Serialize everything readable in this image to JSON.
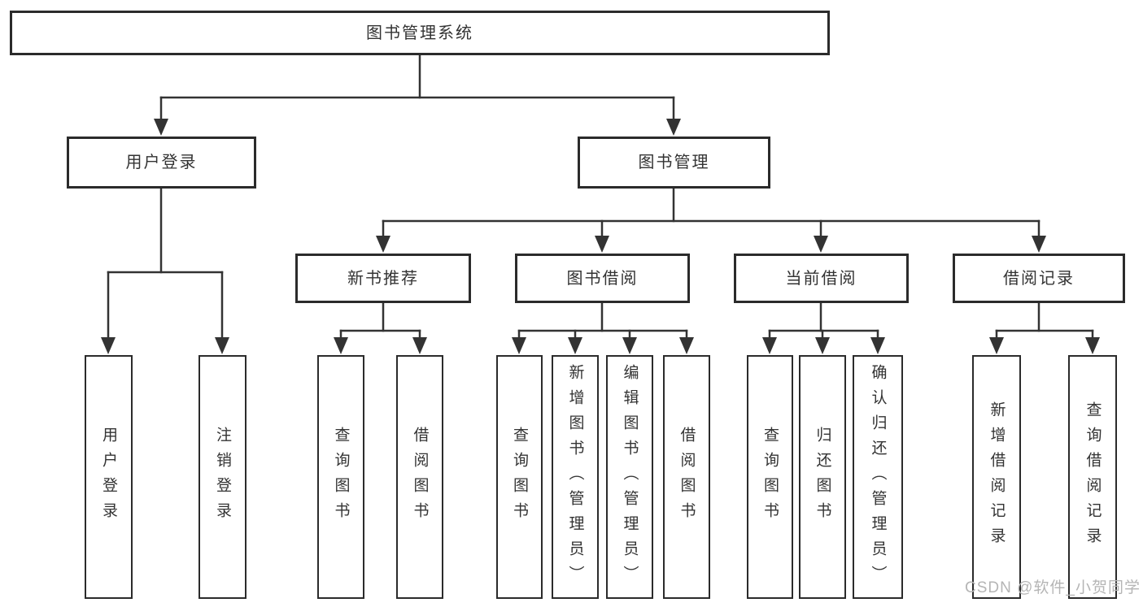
{
  "diagram": {
    "title": "图书管理系统",
    "root": {
      "label": "图书管理系统",
      "children": [
        {
          "label": "用户登录",
          "children": [
            {
              "label": "用户登录"
            },
            {
              "label": "注销登录"
            }
          ]
        },
        {
          "label": "图书管理",
          "children": [
            {
              "label": "新书推荐",
              "children": [
                {
                  "label": "查询图书"
                },
                {
                  "label": "借阅图书"
                }
              ]
            },
            {
              "label": "图书借阅",
              "children": [
                {
                  "label": "查询图书"
                },
                {
                  "label": "新增图书（管理员）"
                },
                {
                  "label": "编辑图书（管理员）"
                },
                {
                  "label": "借阅图书"
                }
              ]
            },
            {
              "label": "当前借阅",
              "children": [
                {
                  "label": "查询图书"
                },
                {
                  "label": "归还图书"
                },
                {
                  "label": "确认归还（管理员）"
                }
              ]
            },
            {
              "label": "借阅记录",
              "children": [
                {
                  "label": "新增借阅记录"
                },
                {
                  "label": "查询借阅记录"
                }
              ]
            }
          ]
        }
      ]
    }
  },
  "watermark": {
    "text": "CSDN @软件_小贺同学"
  },
  "colors": {
    "line": "#333333",
    "box_border": "#2b2b2b",
    "box_fill": "#ffffff",
    "text": "#333333",
    "watermark": "#b5b5b5",
    "background": "#ffffff"
  }
}
